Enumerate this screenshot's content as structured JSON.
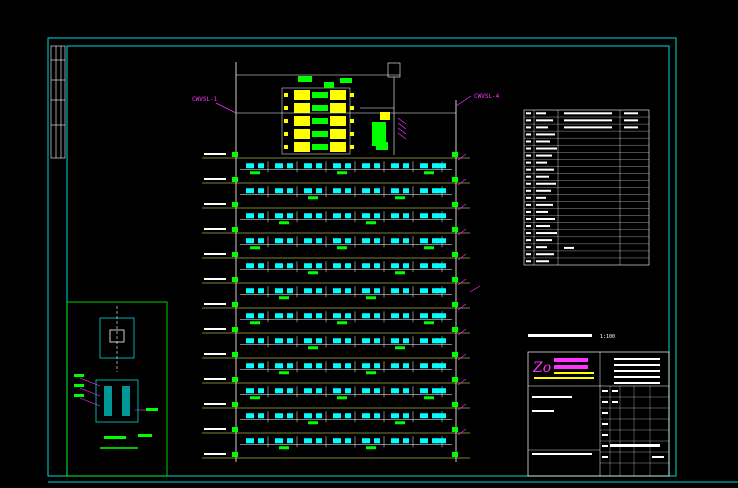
{
  "drawing": {
    "background": "#000000",
    "frame_color": "#00d7d7",
    "pipe_color": "#ffffff",
    "equipment_color": "#ffff00",
    "fixture_color": "#00ffff",
    "valve_color": "#00ff00",
    "leader_color": "#ff33ff",
    "floor_line_color": "#ffff66",
    "riser_labels": [
      "CWVSL-1",
      "CWVSL-4"
    ],
    "sheet_title": "",
    "scale_label": "1:100",
    "floors": 13,
    "sections_per_floor": 7
  }
}
